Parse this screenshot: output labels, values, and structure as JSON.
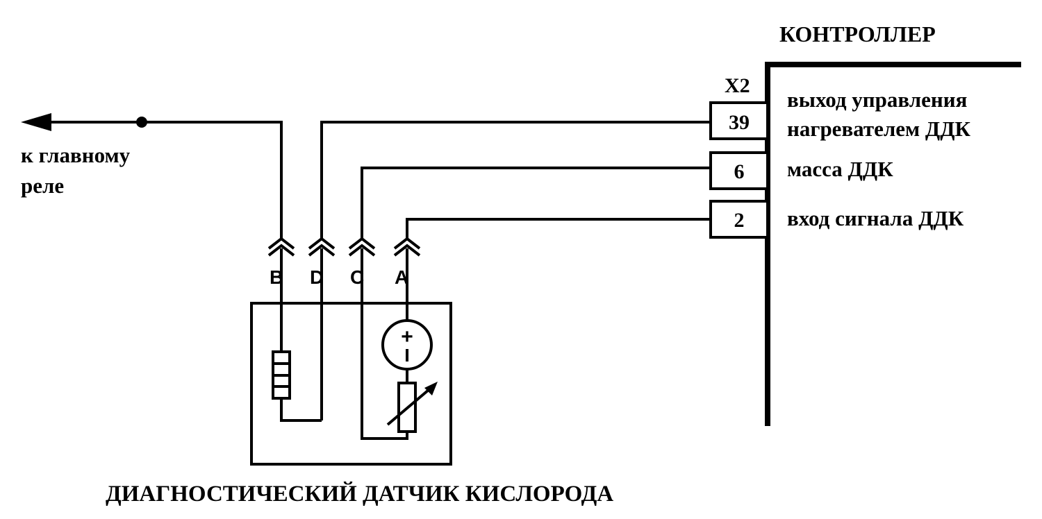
{
  "controller": {
    "title": "КОНТРОЛЛЕР",
    "connector": "X2",
    "pins": [
      {
        "number": "39",
        "label_line1": "выход управления",
        "label_line2": "нагревателем ДДК"
      },
      {
        "number": "6",
        "label_line1": "масса ДДК",
        "label_line2": ""
      },
      {
        "number": "2",
        "label_line1": "вход сигнала ДДК",
        "label_line2": ""
      }
    ]
  },
  "relay": {
    "label_line1": "к главному",
    "label_line2": "реле"
  },
  "sensor": {
    "title": "ДИАГНОСТИЧЕСКИЙ ДАТЧИК КИСЛОРОДА",
    "pins": [
      "B",
      "D",
      "C",
      "A"
    ],
    "source_plus": "+",
    "source_minus": "–"
  }
}
